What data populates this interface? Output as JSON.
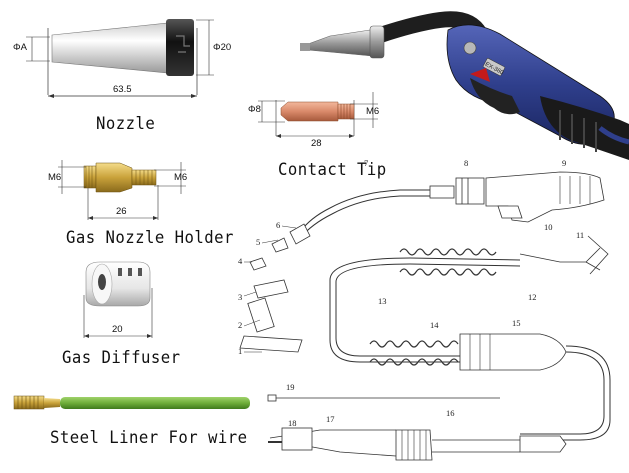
{
  "parts": {
    "nozzle": {
      "title": "Nozzle",
      "dim_diameter_a": "ΦA",
      "dim_diameter_20": "Φ20",
      "dim_length": "63.5"
    },
    "contact_tip": {
      "title": "Contact Tip",
      "dim_diameter": "Φ8",
      "dim_thread": "M6",
      "dim_length": "28"
    },
    "gas_nozzle_holder": {
      "title": "Gas Nozzle Holder",
      "dim_thread_left": "M6",
      "dim_thread_right": "M6",
      "dim_length": "26"
    },
    "gas_diffuser": {
      "title": "Gas Diffuser",
      "dim_length": "20"
    },
    "steel_liner": {
      "title": "Steel Liner For wire"
    }
  },
  "torch_photo": {
    "handle_marking": "EX-360"
  },
  "callouts": [
    "1",
    "2",
    "3",
    "4",
    "5",
    "6",
    "7",
    "8",
    "9",
    "10",
    "11",
    "12",
    "13",
    "14",
    "15",
    "16",
    "17",
    "18",
    "19"
  ],
  "colors": {
    "torch_blue": "#2f3f8c",
    "nozzle_copper": "#d9896a",
    "holder_brass": "#c9a23a",
    "liner_green": "#6fae3a"
  }
}
